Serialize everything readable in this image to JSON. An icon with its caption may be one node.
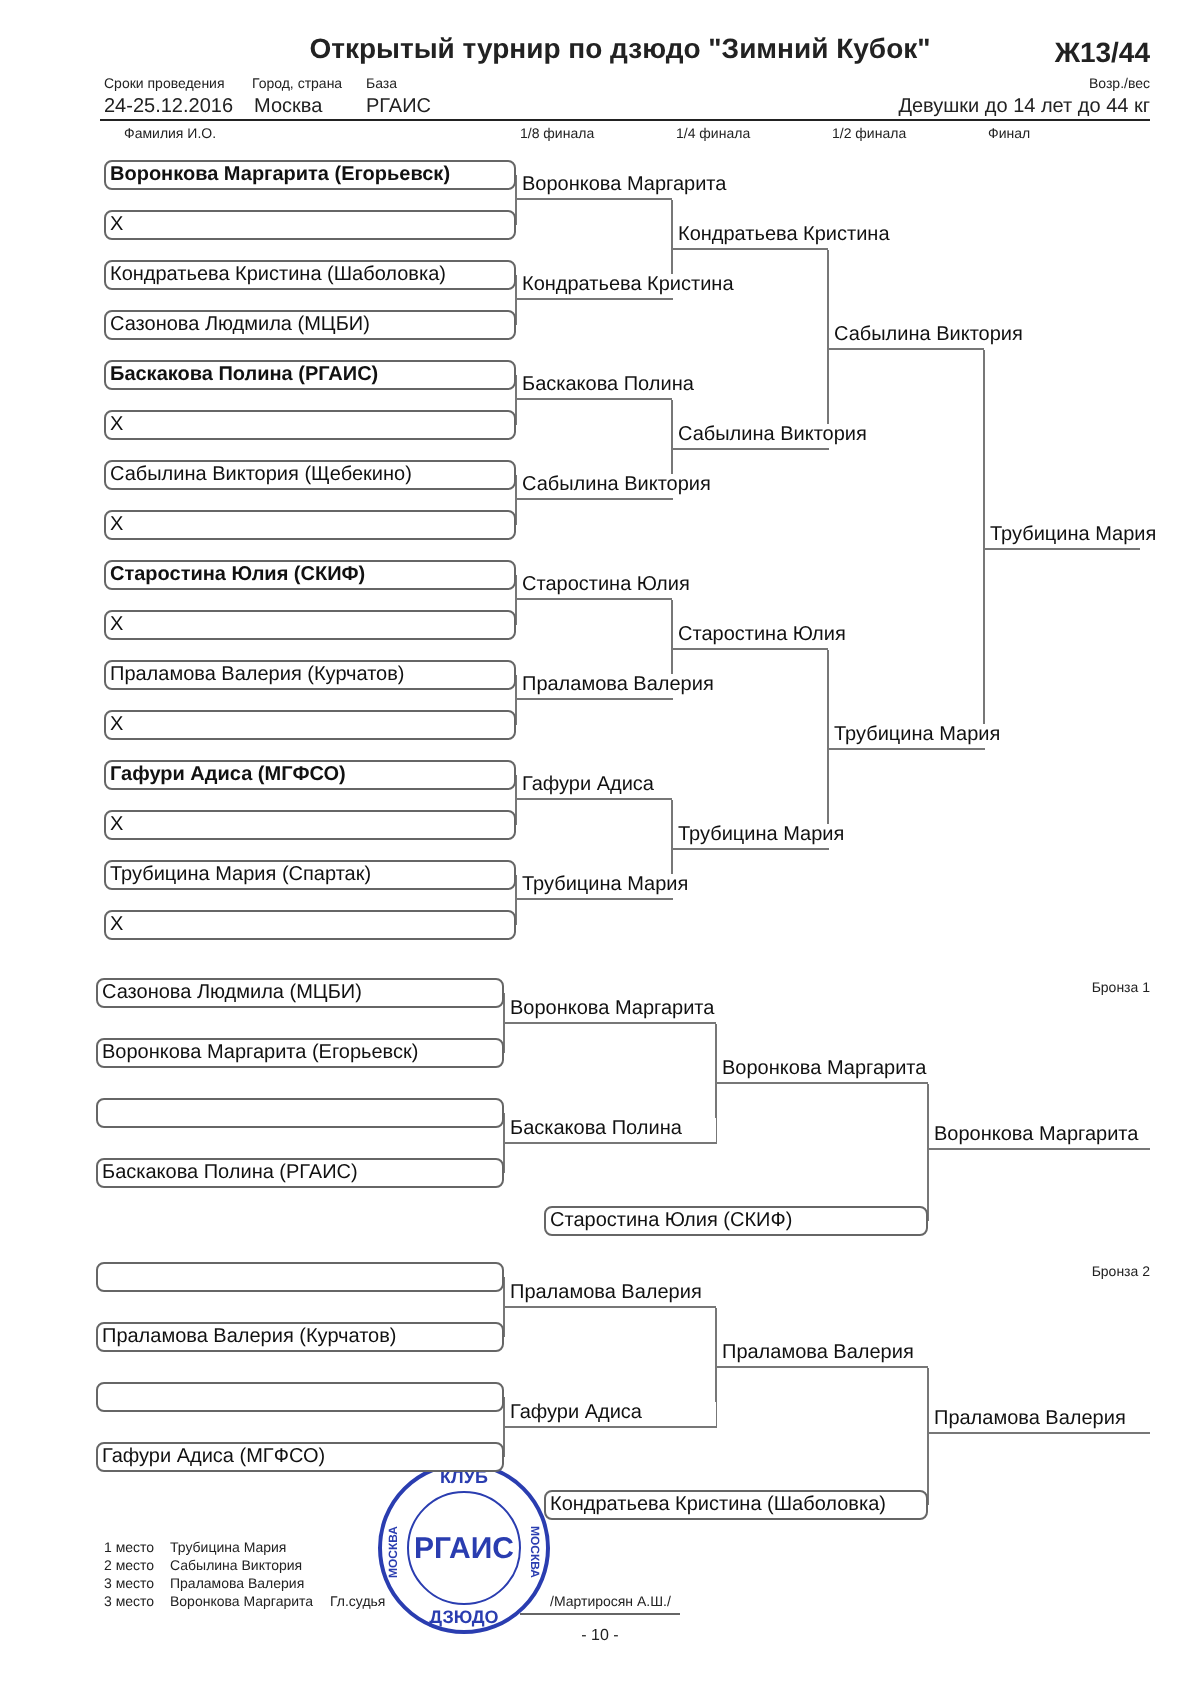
{
  "diagram": {
    "title": "Открытый турнир по дзюдо \"Зимний Кубок\"",
    "nodes": [
      {
        "text": [
          "Воронкова Маргарита (Егорьевск)"
        ]
      },
      {
        "text": [
          "X"
        ]
      },
      {
        "text": [
          "Кондратьева Кристина (Шаболовка)"
        ]
      },
      {
        "text": [
          "Сазонова Людмила (МЦБИ)"
        ]
      },
      {
        "text": [
          "Баскакова Полина (РГАИС)"
        ]
      },
      {
        "text": [
          "X"
        ]
      },
      {
        "text": [
          "Сабылина Виктория (Щебекино)"
        ]
      },
      {
        "text": [
          "X"
        ]
      },
      {
        "text": [
          "Старостина Юлия (СКИФ)"
        ]
      },
      {
        "text": [
          "X"
        ]
      },
      {
        "text": [
          "Праламова Валерия (Курчатов)"
        ]
      },
      {
        "text": [
          "X"
        ]
      },
      {
        "text": [
          "Гафури Адиса (МГФСО)"
        ]
      },
      {
        "text": [
          "X"
        ]
      },
      {
        "text": [
          "Трубицина Мария (Спартак)"
        ]
      },
      {
        "text": [
          "X"
        ]
      },
      {
        "text": [
          "Воронкова Маргарита"
        ]
      },
      {
        "text": [
          "Кондратьева Кристина"
        ]
      },
      {
        "text": [
          "Баскакова Полина"
        ]
      },
      {
        "text": [
          "Сабылина Виктория"
        ]
      },
      {
        "text": [
          "Старостина Юлия"
        ]
      },
      {
        "text": [
          "Праламова Валерия"
        ]
      },
      {
        "text": [
          "Гафури Адиса"
        ]
      },
      {
        "text": [
          "Трубицина Мария"
        ]
      },
      {
        "text": [
          "Кондратьева Кристина"
        ]
      },
      {
        "text": [
          "Сабылина Виктория"
        ]
      },
      {
        "text": [
          "Старостина Юлия"
        ]
      },
      {
        "text": [
          "Трубицина Мария"
        ]
      },
      {
        "text": [
          "Сабылина Виктория"
        ]
      },
      {
        "text": [
          "Трубицина Мария"
        ]
      },
      {
        "text": [
          "Трубицина Мария"
        ]
      },
      {
        "text": [
          "Сазонова Людмила (МЦБИ)"
        ]
      },
      {
        "text": [
          "Воронкова Маргарита (Егорьевск)"
        ]
      },
      {
        "text": [],
        "shape": "box"
      },
      {
        "text": [
          "Баскакова Полина (РГАИС)"
        ]
      },
      {
        "text": [
          "Воронкова Маргарита"
        ]
      },
      {
        "text": [
          "Баскакова Полина"
        ]
      },
      {
        "text": [
          "Воронкова Маргарита"
        ]
      },
      {
        "text": [
          "Старостина Юлия (СКИФ)"
        ]
      },
      {
        "text": [
          "Воронкова Маргарита"
        ]
      },
      {
        "text": [],
        "shape": "box"
      },
      {
        "text": [
          "Праламова Валерия (Курчатов)"
        ]
      },
      {
        "text": [],
        "shape": "box"
      },
      {
        "text": [
          "Гафури Адиса (МГФСО)"
        ]
      },
      {
        "text": [
          "Праламова Валерия"
        ]
      },
      {
        "text": [
          "Гафури Адиса"
        ]
      },
      {
        "text": [
          "Праламова Валерия"
        ]
      },
      {
        "text": [
          "Кондратьева Кристина (Шаболовка)"
        ]
      },
      {
        "text": [
          "Праламова Валерия"
        ]
      }
    ],
    "edges": [
      {
        "from": 0,
        "to": 16,
        "arrow": "none"
      },
      {
        "from": 1,
        "to": 16,
        "arrow": "none"
      },
      {
        "from": 2,
        "to": 17,
        "arrow": "none"
      },
      {
        "from": 3,
        "to": 17,
        "arrow": "none"
      },
      {
        "from": 4,
        "to": 18,
        "arrow": "none"
      },
      {
        "from": 5,
        "to": 18,
        "arrow": "none"
      },
      {
        "from": 6,
        "to": 19,
        "arrow": "none"
      },
      {
        "from": 7,
        "to": 19,
        "arrow": "none"
      },
      {
        "from": 8,
        "to": 20,
        "arrow": "none"
      },
      {
        "from": 9,
        "to": 20,
        "arrow": "none"
      },
      {
        "from": 10,
        "to": 21,
        "arrow": "none"
      },
      {
        "from": 11,
        "to": 21,
        "arrow": "none"
      },
      {
        "from": 12,
        "to": 22,
        "arrow": "none"
      },
      {
        "from": 13,
        "to": 22,
        "arrow": "none"
      },
      {
        "from": 14,
        "to": 23,
        "arrow": "none"
      },
      {
        "from": 15,
        "to": 23,
        "arrow": "none"
      },
      {
        "from": 16,
        "to": 24,
        "arrow": "none"
      },
      {
        "from": 17,
        "to": 24,
        "arrow": "none"
      },
      {
        "from": 18,
        "to": 25,
        "arrow": "none"
      },
      {
        "from": 19,
        "to": 25,
        "arrow": "none"
      },
      {
        "from": 20,
        "to": 26,
        "arrow": "none"
      },
      {
        "from": 21,
        "to": 26,
        "arrow": "none"
      },
      {
        "from": 22,
        "to": 27,
        "arrow": "none"
      },
      {
        "from": 23,
        "to": 27,
        "arrow": "none"
      },
      {
        "from": 24,
        "to": 28,
        "arrow": "none"
      },
      {
        "from": 25,
        "to": 28,
        "arrow": "none"
      },
      {
        "from": 26,
        "to": 29,
        "arrow": "none"
      },
      {
        "from": 27,
        "to": 29,
        "arrow": "none"
      },
      {
        "from": 28,
        "to": 30,
        "arrow": "none"
      },
      {
        "from": 29,
        "to": 30,
        "arrow": "none"
      },
      {
        "from": 31,
        "to": 35,
        "arrow": "none"
      },
      {
        "from": 32,
        "to": 35,
        "arrow": "none"
      },
      {
        "from": 33,
        "to": 36,
        "arrow": "none"
      },
      {
        "from": 34,
        "to": 36,
        "arrow": "none"
      },
      {
        "from": 35,
        "to": 37,
        "arrow": "none"
      },
      {
        "from": 36,
        "to": 37,
        "arrow": "none"
      },
      {
        "from": 37,
        "to": 39,
        "arrow": "none"
      },
      {
        "from": 38,
        "to": 39,
        "arrow": "none"
      },
      {
        "from": 40,
        "to": 44,
        "arrow": "none"
      },
      {
        "from": 41,
        "to": 44,
        "arrow": "none"
      },
      {
        "from": 42,
        "to": 45,
        "arrow": "none"
      },
      {
        "from": 43,
        "to": 45,
        "arrow": "none"
      },
      {
        "from": 44,
        "to": 46,
        "arrow": "none"
      },
      {
        "from": 45,
        "to": 46,
        "arrow": "none"
      },
      {
        "from": 46,
        "to": 48,
        "arrow": "none"
      },
      {
        "from": 47,
        "to": 48,
        "arrow": "none"
      }
    ],
    "labels": [
      "Ж13/44",
      "Сроки проведения",
      "Город, страна",
      "База",
      "Возр./вес",
      "24-25.12.2016",
      "Москва",
      "РГАИС",
      "Девушки до 14 лет до 44 кг",
      "Фамилия И.О.",
      "1/8 финала",
      "1/4 финала",
      "1/2 финала",
      "Финал",
      "Бронза 1",
      "Бронза 2",
      "КЛУБ",
      "МОСКВА",
      "РГАИС",
      "МОСКВА",
      "ДЗЮДО",
      "1 место",
      "Трубицина Мария",
      "2 место",
      "Сабылина Виктория",
      "3 место",
      "Праламова Валерия",
      "3 место",
      "Воронкова Маргарита",
      "Гл.судья",
      "/Мартиросян А.Ш./",
      "- 10 -"
    ]
  }
}
